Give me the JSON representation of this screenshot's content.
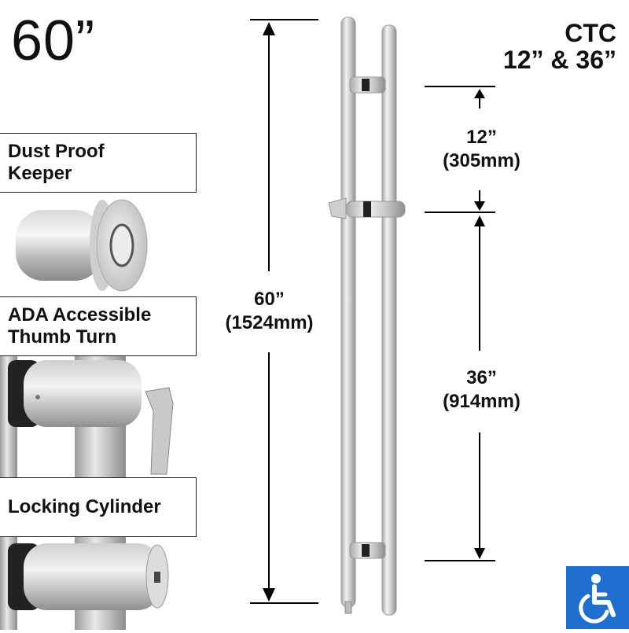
{
  "title": "60”",
  "ctc": {
    "line1": "CTC",
    "line2": "12” & 36”"
  },
  "features": [
    {
      "label": "Dust Proof Keeper",
      "line1": "Dust Proof",
      "line2": "Keeper",
      "icon": "dust-proof-keeper-image"
    },
    {
      "label": "ADA Accessible Thumb Turn",
      "line1": "ADA Accessible",
      "line2": "Thumb Turn",
      "icon": "thumb-turn-image"
    },
    {
      "label": "Locking Cylinder",
      "line1": "Locking Cylinder",
      "line2": "",
      "icon": "locking-cylinder-image"
    }
  ],
  "dimensions": {
    "overall": {
      "imperial": "60”",
      "metric": "(1524mm)"
    },
    "upper": {
      "imperial": "12”",
      "metric": "(305mm)"
    },
    "lower": {
      "imperial": "36”",
      "metric": "(914mm)"
    }
  },
  "accessibility_badge": {
    "icon": "wheelchair-icon",
    "color": "#1f6fd1"
  },
  "colors": {
    "steel_light": "#e6e6e6",
    "steel_dark": "#9a9a9a",
    "badge": "#1f6fd1"
  }
}
